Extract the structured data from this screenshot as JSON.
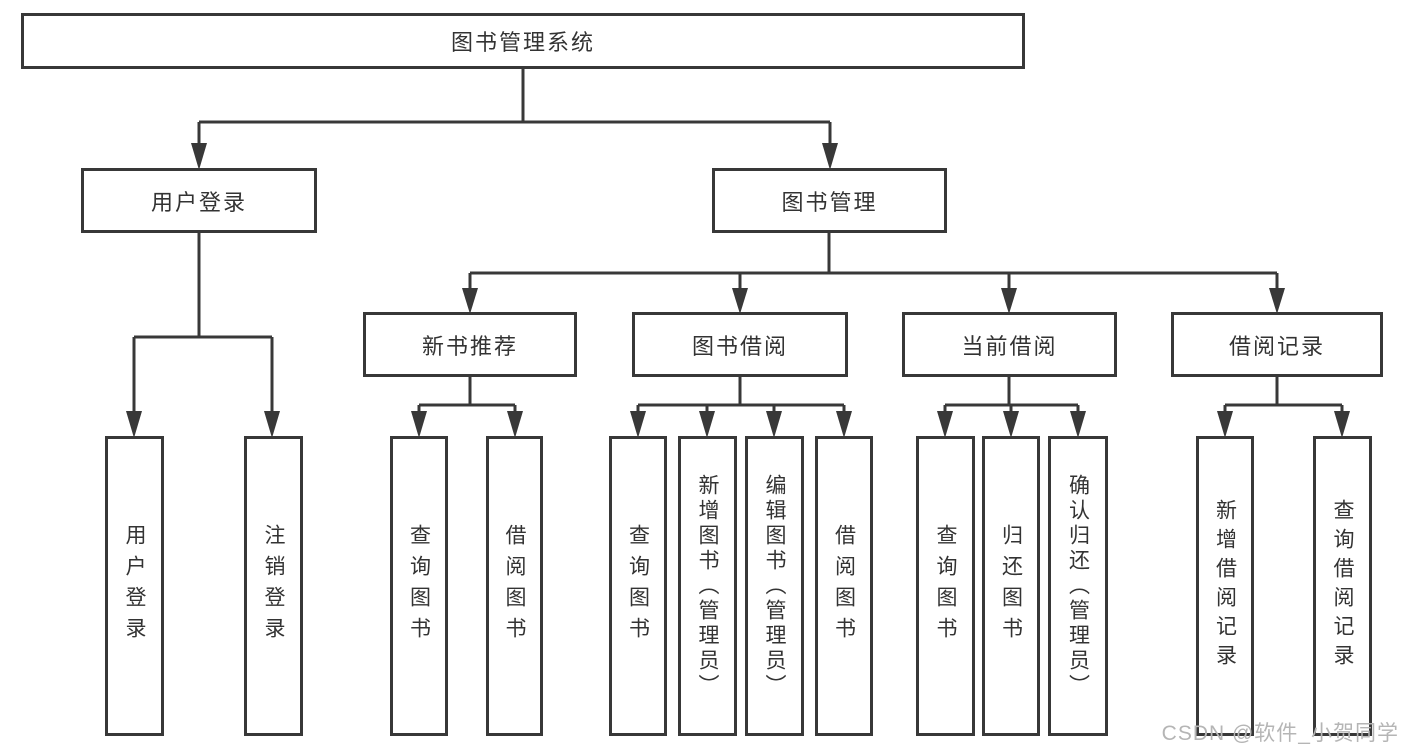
{
  "title": "图书管理系统",
  "tree": {
    "root": {
      "label": "图书管理系统"
    },
    "branches": [
      {
        "label": "用户登录",
        "children": [
          "用户登录",
          "注销登录"
        ]
      },
      {
        "label": "图书管理"
      }
    ],
    "modules": [
      {
        "label": "新书推荐",
        "children": [
          "查询图书",
          "借阅图书"
        ]
      },
      {
        "label": "图书借阅",
        "children": [
          "查询图书",
          "新增图书（管理员）",
          "编辑图书（管理员）",
          "借阅图书"
        ]
      },
      {
        "label": "当前借阅",
        "children": [
          "查询图书",
          "归还图书",
          "确认归还（管理员）"
        ]
      },
      {
        "label": "借阅记录",
        "children": [
          "新增借阅记录",
          "查询借阅记录"
        ]
      }
    ]
  },
  "watermark": "CSDN @软件_小贺同学",
  "colors": {
    "line": "#383838",
    "text": "#333333",
    "watermark": "#b5b5b5",
    "background": "#ffffff"
  }
}
